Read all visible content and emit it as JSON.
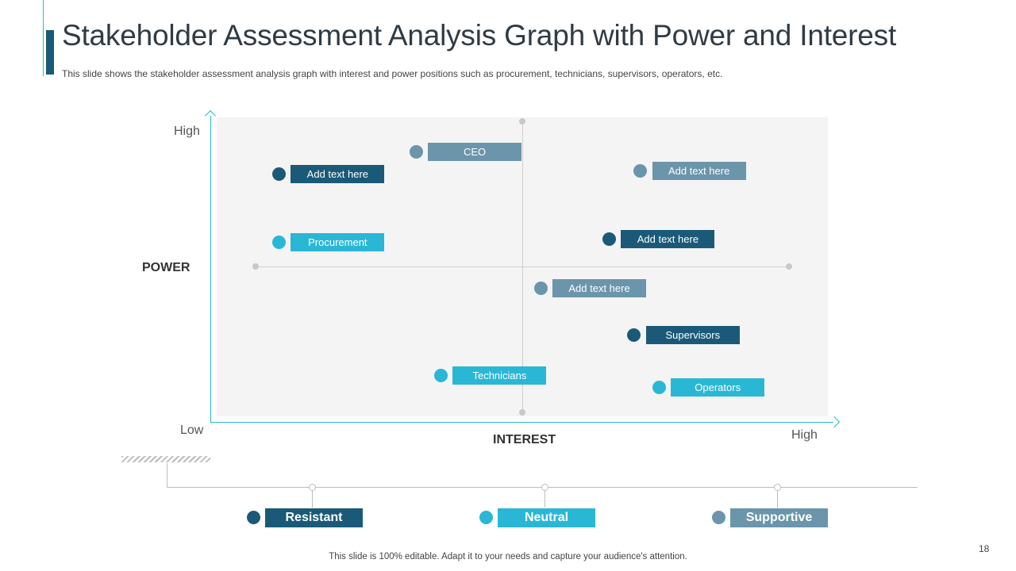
{
  "header": {
    "title": "Stakeholder Assessment Analysis Graph with Power and Interest",
    "subtitle": "This slide shows the stakeholder assessment analysis graph with interest and power positions such as procurement, technicians, supervisors, operators, etc."
  },
  "axes": {
    "y_title": "POWER",
    "x_title": "INTEREST",
    "y_high": "High",
    "x_high": "High",
    "origin_low": "Low"
  },
  "colors": {
    "resistant": "#1a5a78",
    "neutral": "#2ab7d6",
    "supportive": "#6b95ab",
    "axis": "#2ab7d6"
  },
  "stakeholders": [
    {
      "label": "CEO",
      "category": "supportive",
      "interest": 0.33,
      "power": 0.87
    },
    {
      "label": "Add text here",
      "category": "resistant",
      "interest": 0.11,
      "power": 0.8
    },
    {
      "label": "Add text here",
      "category": "supportive",
      "interest": 0.69,
      "power": 0.81
    },
    {
      "label": "Procurement",
      "category": "neutral",
      "interest": 0.11,
      "power": 0.58
    },
    {
      "label": "Add text here",
      "category": "resistant",
      "interest": 0.64,
      "power": 0.59
    },
    {
      "label": "Add text here",
      "category": "supportive",
      "interest": 0.53,
      "power": 0.43
    },
    {
      "label": "Supervisors",
      "category": "resistant",
      "interest": 0.68,
      "power": 0.28
    },
    {
      "label": "Technicians",
      "category": "neutral",
      "interest": 0.37,
      "power": 0.15
    },
    {
      "label": "Operators",
      "category": "neutral",
      "interest": 0.72,
      "power": 0.11
    }
  ],
  "legend": [
    {
      "label": "Resistant",
      "category": "resistant"
    },
    {
      "label": "Neutral",
      "category": "neutral"
    },
    {
      "label": "Supportive",
      "category": "supportive"
    }
  ],
  "footer": {
    "note": "This slide is 100% editable. Adapt it to your needs and capture your audience's attention.",
    "page": "18"
  }
}
